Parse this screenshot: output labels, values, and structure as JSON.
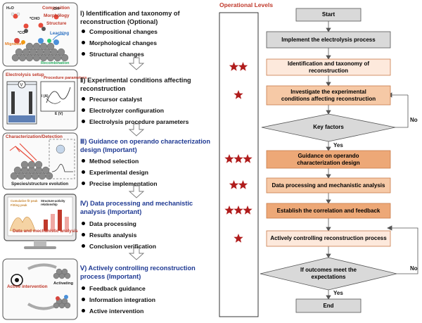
{
  "operational_levels_title": "Operational Levels",
  "sections": [
    {
      "title": "Ⅰ) Identification and taxonomy of reconstruction (Optional)",
      "color": "#1a1a1a",
      "bullets": [
        "Compositional changes",
        "Morphological changes",
        "Structural changes"
      ]
    },
    {
      "title": "Ⅱ) Experimental conditions affecting reconstruction",
      "color": "#1a1a1a",
      "bullets": [
        "Precursor catalyst",
        "Electrolyzer configuration",
        "Electrolysis procedure parameters"
      ]
    },
    {
      "title": "Ⅲ) Guidance on operando characterization design (Important)",
      "color": "#1f3a93",
      "bullets": [
        "Method selection",
        "Experimental design",
        "Precise implementation"
      ]
    },
    {
      "title": "Ⅳ) Data processing and mechanistic analysis (Important)",
      "color": "#1f3a93",
      "bullets": [
        "Data processing",
        "Results analysis",
        "Conclusion verification"
      ]
    },
    {
      "title": "Ⅴ) Actively controlling reconstruction process (Important)",
      "color": "#1f3a93",
      "bullets": [
        "Feedback guidance",
        "Information integration",
        "Active intervention"
      ]
    }
  ],
  "panels": {
    "p1": {
      "composition": "Composition",
      "morphology": "Morphology",
      "structure": "Structure",
      "leaching": "Leaching",
      "migration": "Migration",
      "recombination": "Recombination",
      "h2o": "H₂O",
      "co": "*CO",
      "oh": "OH⁻",
      "cho": "*CHO"
    },
    "p2": {
      "setup": "Electrolysis setup",
      "params": "Procedure parameters",
      "axis_y": "I (A)",
      "axis_x": "E (V)"
    },
    "p3": {
      "title": "Characterization/Detection",
      "caption": "Species/structure evolution"
    },
    "p4": {
      "legend1": "Cumulative fit peak",
      "legend2": "Fitting peak",
      "legend3": "Structure-activity relationship",
      "caption": "Data and mechanistic analysis"
    },
    "p5": {
      "active": "Active intervention",
      "activating": "Activating"
    }
  },
  "flow": {
    "start": "Start",
    "implement": "Implement the electrolysis process",
    "identification": "Identification and taxonomy of reconstruction",
    "investigate": "Investigate the experimental conditions affecting reconstruction",
    "key_factors": "Key factors",
    "guidance": "Guidance on operando characterization design",
    "data_processing": "Data processing and mechanistic analysis",
    "establish": "Establish the correlation and feedback",
    "controlling": "Actively controlling reconstruction process",
    "outcomes": "If outcomes meet the expectations",
    "end": "End",
    "yes": "Yes",
    "no": "No"
  },
  "star_ratings": [
    2,
    1,
    3,
    2,
    3,
    1
  ],
  "colors": {
    "star": "#b01c1c",
    "gray_box": "#d9d9d9",
    "light": "#fbe5d6",
    "medium": "#f4c7a8",
    "strong": "#eda878",
    "blue": "#1f3a93",
    "red": "#c0392b"
  }
}
